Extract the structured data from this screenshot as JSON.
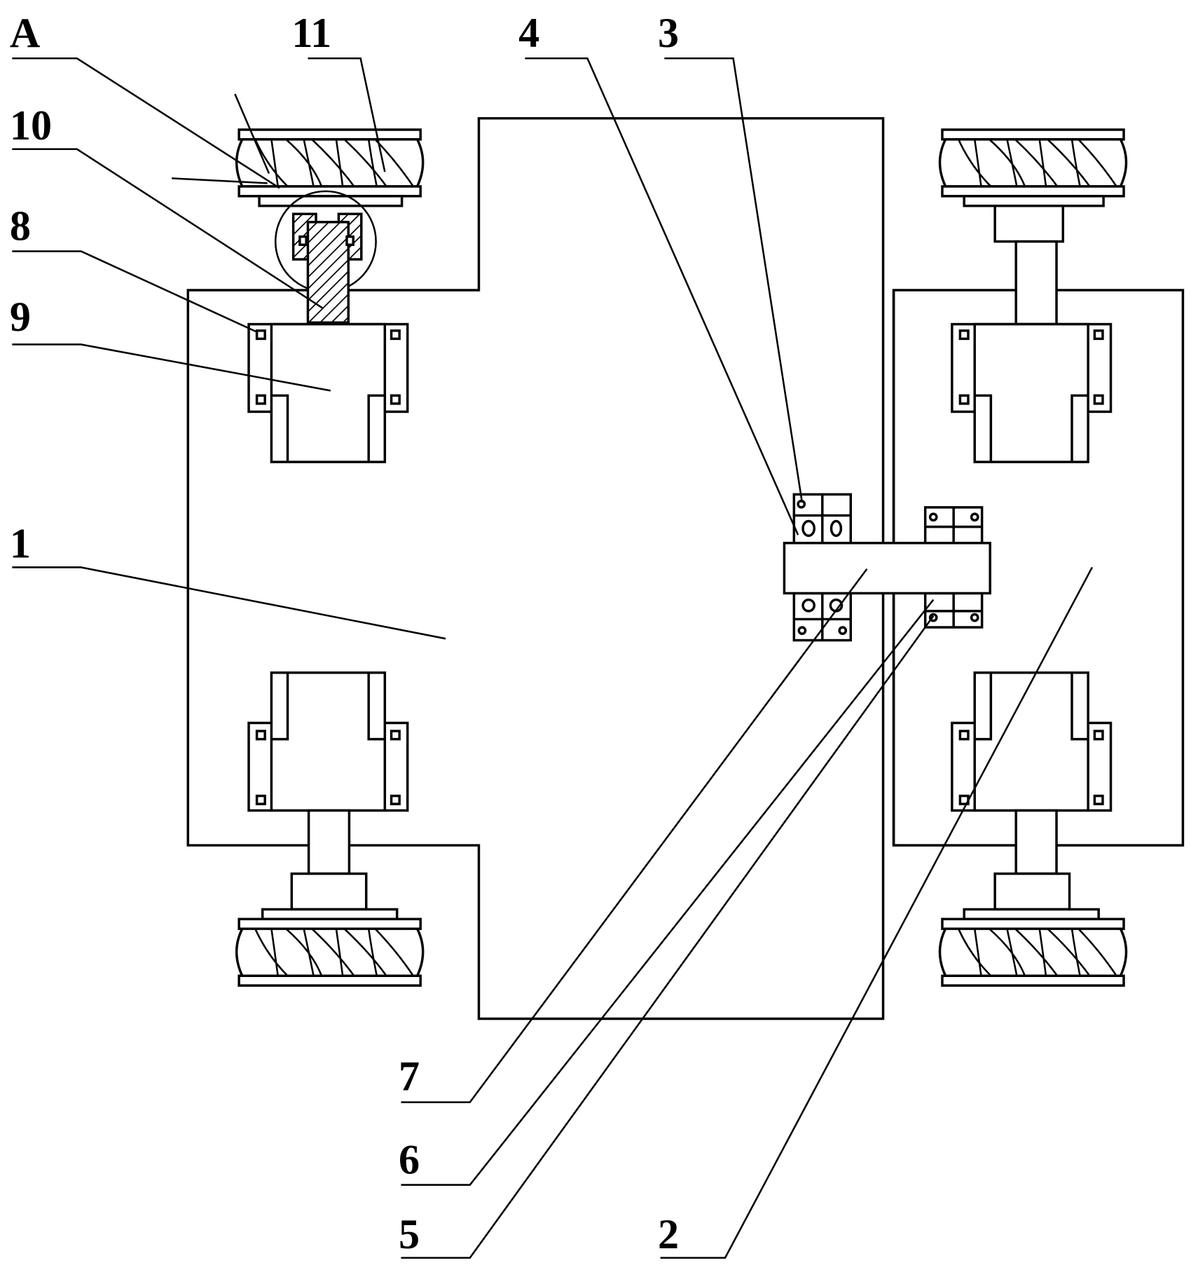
{
  "figure": {
    "type": "patent-technical-drawing",
    "line_color": "#000000",
    "background": "#ffffff"
  },
  "labels": {
    "A": "A",
    "n11": "11",
    "n10": "10",
    "n8": "8",
    "n9": "9",
    "n1": "1",
    "n4": "4",
    "n3": "3",
    "n7": "7",
    "n6": "6",
    "n5": "5",
    "n2": "2"
  }
}
